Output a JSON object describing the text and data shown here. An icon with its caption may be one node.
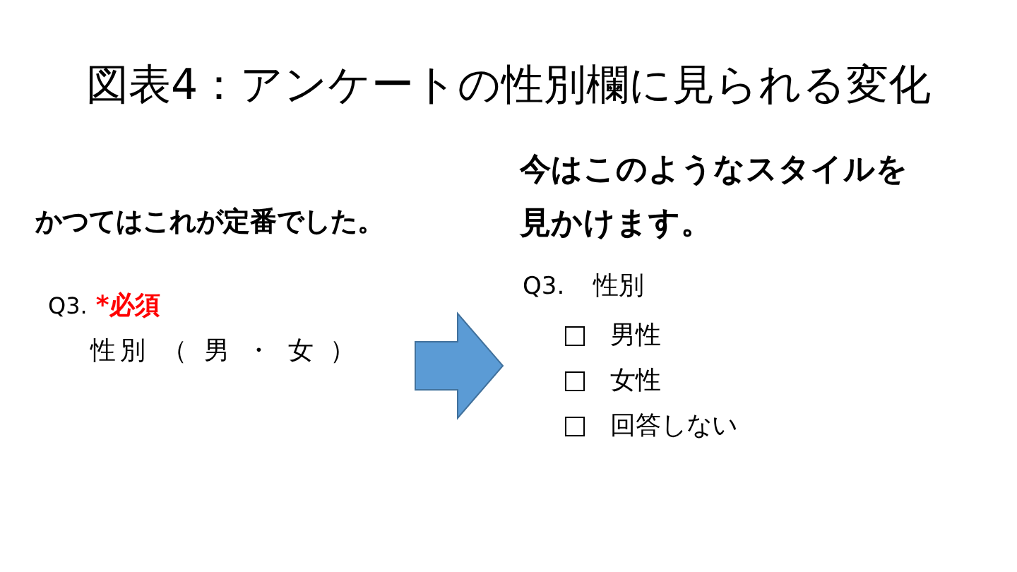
{
  "diagram": {
    "title": "図表4：アンケートの性別欄に見られる変化",
    "nodes": [
      {
        "text": [
          "Q3.",
          "*必須",
          "性別 （ 男 ・ 女 ）"
        ]
      },
      {
        "text": [
          "Q3.",
          "性別",
          "男性",
          "女性",
          "回答しない"
        ]
      }
    ],
    "edges": [
      {
        "from": 0,
        "to": 1,
        "arrow": "to",
        "style": "thick",
        "color": "#5b9bd5"
      }
    ],
    "labels": [
      "今はこのようなスタイルを見かけます。",
      "かつてはこれが定番でした。"
    ]
  }
}
